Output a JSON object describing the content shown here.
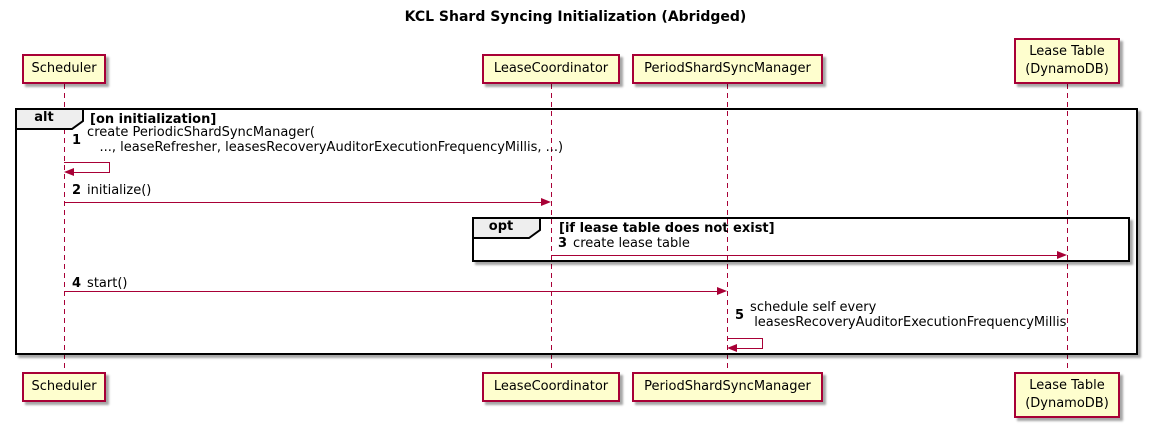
{
  "title": "KCL Shard Syncing Initialization (Abridged)",
  "colors": {
    "participant_fill": "#FEFECE",
    "participant_border": "#A80036",
    "lifeline": "#A80036",
    "arrow": "#A80036",
    "frame_border": "#000000",
    "frame_tab_fill": "#EEEEEE",
    "text": "#000000"
  },
  "participants": [
    {
      "name": "Scheduler"
    },
    {
      "name": "LeaseCoordinator"
    },
    {
      "name": "PeriodShardSyncManager"
    },
    {
      "name": "Lease Table\n(DynamoDB)"
    }
  ],
  "frames": {
    "alt": {
      "operator": "alt",
      "guard": "[on initialization]"
    },
    "opt": {
      "operator": "opt",
      "guard": "[if lease table does not exist]"
    }
  },
  "messages": [
    {
      "num": "1",
      "label": "create PeriodicShardSyncManager(\n   ..., leaseRefresher, leasesRecoveryAuditorExecutionFrequencyMillis, ...)",
      "from": "Scheduler",
      "to": "Scheduler",
      "kind": "self"
    },
    {
      "num": "2",
      "label": "initialize()",
      "from": "Scheduler",
      "to": "LeaseCoordinator",
      "kind": "sync"
    },
    {
      "num": "3",
      "label": "create lease table",
      "from": "LeaseCoordinator",
      "to": "Lease Table (DynamoDB)",
      "kind": "sync"
    },
    {
      "num": "4",
      "label": "start()",
      "from": "Scheduler",
      "to": "PeriodShardSyncManager",
      "kind": "sync"
    },
    {
      "num": "5",
      "label": "schedule self every\n leasesRecoveryAuditorExecutionFrequencyMillis",
      "from": "PeriodShardSyncManager",
      "to": "PeriodShardSyncManager",
      "kind": "self"
    }
  ]
}
